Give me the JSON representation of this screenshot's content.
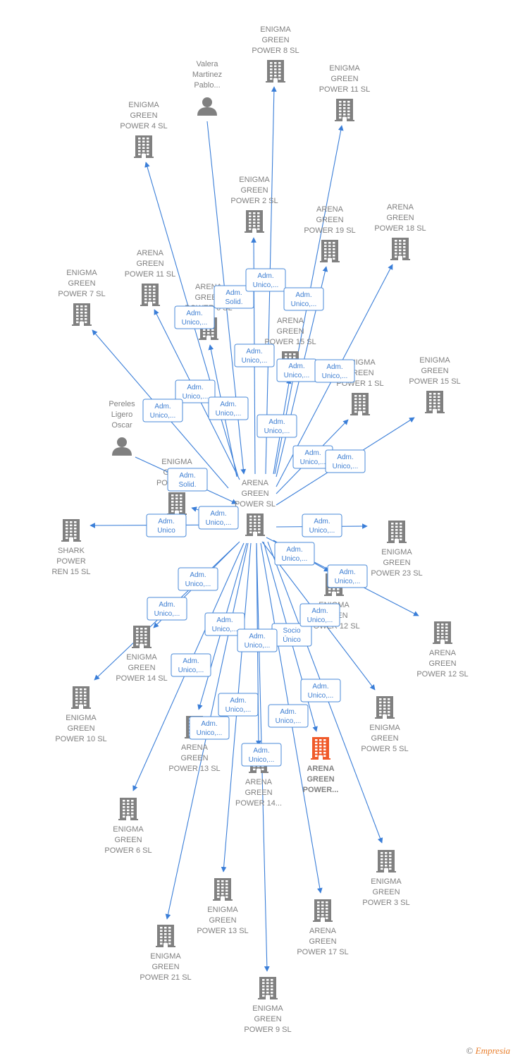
{
  "colors": {
    "edge": "#3a7ed8",
    "building": "#808080",
    "building_highlight": "#f05a2a",
    "person": "#808080",
    "label": "#808080",
    "box_text": "#3f7fd2",
    "box_border": "#4a8ad8"
  },
  "center": "arena-green-power",
  "nodes": [
    {
      "id": "arena-green-power",
      "type": "company",
      "label": [
        "ARENA",
        "GREEN",
        "POWER  SL"
      ],
      "label_pos": "above"
    },
    {
      "id": "enigma-8",
      "type": "company",
      "label": [
        "ENIGMA",
        "GREEN",
        "POWER 8  SL"
      ],
      "label_pos": "above"
    },
    {
      "id": "valera",
      "type": "person",
      "label": [
        "Valera",
        "Martinez",
        "Pablo..."
      ],
      "label_pos": "above"
    },
    {
      "id": "enigma-11a",
      "type": "company",
      "label": [
        "ENIGMA",
        "GREEN",
        "POWER 11  SL"
      ],
      "label_pos": "above"
    },
    {
      "id": "enigma-4",
      "type": "company",
      "label": [
        "ENIGMA",
        "GREEN",
        "POWER 4  SL"
      ],
      "label_pos": "above"
    },
    {
      "id": "enigma-2",
      "type": "company",
      "label": [
        "ENIGMA",
        "GREEN",
        "POWER 2  SL"
      ],
      "label_pos": "above"
    },
    {
      "id": "arena-19",
      "type": "company",
      "label": [
        "ARENA",
        "GREEN",
        "POWER 19  SL"
      ],
      "label_pos": "above"
    },
    {
      "id": "arena-18",
      "type": "company",
      "label": [
        "ARENA",
        "GREEN",
        "POWER 18  SL"
      ],
      "label_pos": "above"
    },
    {
      "id": "arena-11",
      "type": "company",
      "label": [
        "ARENA",
        "GREEN",
        "POWER 11  SL"
      ],
      "label_pos": "above"
    },
    {
      "id": "enigma-7",
      "type": "company",
      "label": [
        "ENIGMA",
        "GREEN",
        "POWER 7  SL"
      ],
      "label_pos": "above"
    },
    {
      "id": "arena-6",
      "type": "company",
      "label": [
        "ARENA",
        "GREEN",
        "POWER 6  SL"
      ],
      "label_pos": "above"
    },
    {
      "id": "arena-15",
      "type": "company",
      "label": [
        "ARENA",
        "GREEN",
        "POWER 15  SL"
      ],
      "label_pos": "above"
    },
    {
      "id": "enigma-1",
      "type": "company",
      "label": [
        "ENIGMA",
        "GREEN",
        "POWER 1  SL"
      ],
      "label_pos": "above"
    },
    {
      "id": "enigma-15",
      "type": "company",
      "label": [
        "ENIGMA",
        "GREEN",
        "POWER 15  SL"
      ],
      "label_pos": "above"
    },
    {
      "id": "pereles",
      "type": "person",
      "label": [
        "Pereles",
        "Ligero",
        "Oscar"
      ],
      "label_pos": "above"
    },
    {
      "id": "enigma-p",
      "type": "company",
      "label": [
        "ENIGMA",
        "GREEN",
        "POWER  SL"
      ],
      "label_pos": "above"
    },
    {
      "id": "shark",
      "type": "company",
      "label": [
        "SHARK",
        "POWER",
        "REN 15  SL"
      ],
      "label_pos": "below"
    },
    {
      "id": "enigma-23",
      "type": "company",
      "label": [
        "ENIGMA",
        "GREEN",
        "POWER 23  SL"
      ],
      "label_pos": "below"
    },
    {
      "id": "enigma-12",
      "type": "company",
      "label": [
        "ENIGMA",
        "GREEN",
        "POWER 12  SL"
      ],
      "label_pos": "below"
    },
    {
      "id": "arena-12",
      "type": "company",
      "label": [
        "ARENA",
        "GREEN",
        "POWER 12  SL"
      ],
      "label_pos": "below"
    },
    {
      "id": "enigma-14",
      "type": "company",
      "label": [
        "ENIGMA",
        "GREEN",
        "POWER 14  SL"
      ],
      "label_pos": "below"
    },
    {
      "id": "enigma-10",
      "type": "company",
      "label": [
        "ENIGMA",
        "GREEN",
        "POWER 10  SL"
      ],
      "label_pos": "below"
    },
    {
      "id": "enigma-5",
      "type": "company",
      "label": [
        "ENIGMA",
        "GREEN",
        "POWER 5  SL"
      ],
      "label_pos": "below"
    },
    {
      "id": "arena-13",
      "type": "company",
      "label": [
        "ARENA",
        "GREEN",
        "POWER 13  SL"
      ],
      "label_pos": "below"
    },
    {
      "id": "arena-14",
      "type": "company",
      "label": [
        "ARENA",
        "GREEN",
        "POWER 14..."
      ],
      "label_pos": "below"
    },
    {
      "id": "arena-hl",
      "type": "company",
      "highlight": true,
      "label": [
        "ARENA",
        "GREEN",
        "POWER..."
      ],
      "label_pos": "below"
    },
    {
      "id": "enigma-6",
      "type": "company",
      "label": [
        "ENIGMA",
        "GREEN",
        "POWER 6  SL"
      ],
      "label_pos": "below"
    },
    {
      "id": "enigma-3",
      "type": "company",
      "label": [
        "ENIGMA",
        "GREEN",
        "POWER 3  SL"
      ],
      "label_pos": "below"
    },
    {
      "id": "enigma-13",
      "type": "company",
      "label": [
        "ENIGMA",
        "GREEN",
        "POWER 13  SL"
      ],
      "label_pos": "below"
    },
    {
      "id": "arena-17",
      "type": "company",
      "label": [
        "ARENA",
        "GREEN",
        "POWER 17  SL"
      ],
      "label_pos": "below"
    },
    {
      "id": "enigma-21",
      "type": "company",
      "label": [
        "ENIGMA",
        "GREEN",
        "POWER 21  SL"
      ],
      "label_pos": "below"
    },
    {
      "id": "enigma-9",
      "type": "company",
      "label": [
        "ENIGMA",
        "GREEN",
        "POWER 9  SL"
      ],
      "label_pos": "below"
    }
  ],
  "edges": [
    {
      "from": "valera",
      "to": "arena-green-power",
      "label": [
        "Adm.",
        "Solid."
      ]
    },
    {
      "from": "arena-green-power",
      "to": "enigma-8",
      "label": [
        "Adm.",
        "Unico,..."
      ]
    },
    {
      "from": "arena-green-power",
      "to": "enigma-11a",
      "label": [
        "Adm.",
        "Unico,..."
      ]
    },
    {
      "from": "arena-green-power",
      "to": "enigma-4",
      "label": [
        "Adm.",
        "Unico,..."
      ]
    },
    {
      "from": "arena-green-power",
      "to": "enigma-2",
      "label": [
        "Adm.",
        "Unico,..."
      ]
    },
    {
      "from": "arena-green-power",
      "to": "arena-19",
      "label": [
        "Adm.",
        "Unico,..."
      ]
    },
    {
      "from": "arena-green-power",
      "to": "arena-18",
      "label": [
        "Adm.",
        "Unico,..."
      ]
    },
    {
      "from": "arena-green-power",
      "to": "arena-11",
      "label": [
        "Adm.",
        "Unico,..."
      ]
    },
    {
      "from": "arena-green-power",
      "to": "enigma-7",
      "label": [
        "Adm.",
        "Unico,..."
      ]
    },
    {
      "from": "arena-green-power",
      "to": "arena-6",
      "label": [
        "Adm.",
        "Unico,..."
      ]
    },
    {
      "from": "arena-green-power",
      "to": "arena-15",
      "label": [
        "Adm.",
        "Unico,..."
      ]
    },
    {
      "from": "arena-green-power",
      "to": "enigma-1",
      "label": [
        "Adm.",
        "Unico,..."
      ]
    },
    {
      "from": "arena-green-power",
      "to": "enigma-15",
      "label": [
        "Adm.",
        "Unico,..."
      ]
    },
    {
      "from": "pereles",
      "to": "arena-green-power",
      "label": [
        "Adm.",
        "Solid."
      ]
    },
    {
      "from": "arena-green-power",
      "to": "enigma-p",
      "label": [
        "Adm.",
        "Unico,..."
      ]
    },
    {
      "from": "arena-green-power",
      "to": "shark",
      "label": [
        "Adm.",
        "Unico"
      ]
    },
    {
      "from": "arena-green-power",
      "to": "enigma-23",
      "label": [
        "Adm.",
        "Unico,..."
      ]
    },
    {
      "from": "arena-green-power",
      "to": "enigma-12",
      "label": [
        "Adm.",
        "Unico,..."
      ]
    },
    {
      "from": "arena-green-power",
      "to": "arena-12",
      "label": [
        "Adm.",
        "Unico,..."
      ]
    },
    {
      "from": "arena-green-power",
      "to": "enigma-14",
      "label": [
        "Adm.",
        "Unico,..."
      ]
    },
    {
      "from": "arena-green-power",
      "to": "enigma-10",
      "label": [
        "Adm.",
        "Unico,..."
      ]
    },
    {
      "from": "arena-green-power",
      "to": "enigma-5",
      "label": [
        "Adm.",
        "Unico,..."
      ]
    },
    {
      "from": "arena-green-power",
      "to": "arena-13",
      "label": [
        "Adm.",
        "Unico,..."
      ]
    },
    {
      "from": "arena-green-power",
      "to": "arena-14",
      "label": [
        "Adm.",
        "Unico,..."
      ]
    },
    {
      "from": "arena-green-power",
      "to": "arena-hl",
      "label": [
        "Socio",
        "Único"
      ]
    },
    {
      "from": "arena-green-power",
      "to": "enigma-6",
      "label": [
        "Adm.",
        "Unico,..."
      ]
    },
    {
      "from": "arena-green-power",
      "to": "enigma-3",
      "label": [
        "Adm.",
        "Unico,..."
      ]
    },
    {
      "from": "arena-green-power",
      "to": "enigma-13",
      "label": [
        "Adm.",
        "Unico,..."
      ]
    },
    {
      "from": "arena-green-power",
      "to": "arena-17",
      "label": [
        "Adm.",
        "Unico,..."
      ]
    },
    {
      "from": "arena-green-power",
      "to": "enigma-21",
      "label": [
        "Adm.",
        "Unico,..."
      ]
    },
    {
      "from": "arena-green-power",
      "to": "enigma-9",
      "label": [
        "Adm.",
        "Unico,..."
      ]
    }
  ],
  "footer": {
    "copyright": "©",
    "brand": "Empresia"
  }
}
